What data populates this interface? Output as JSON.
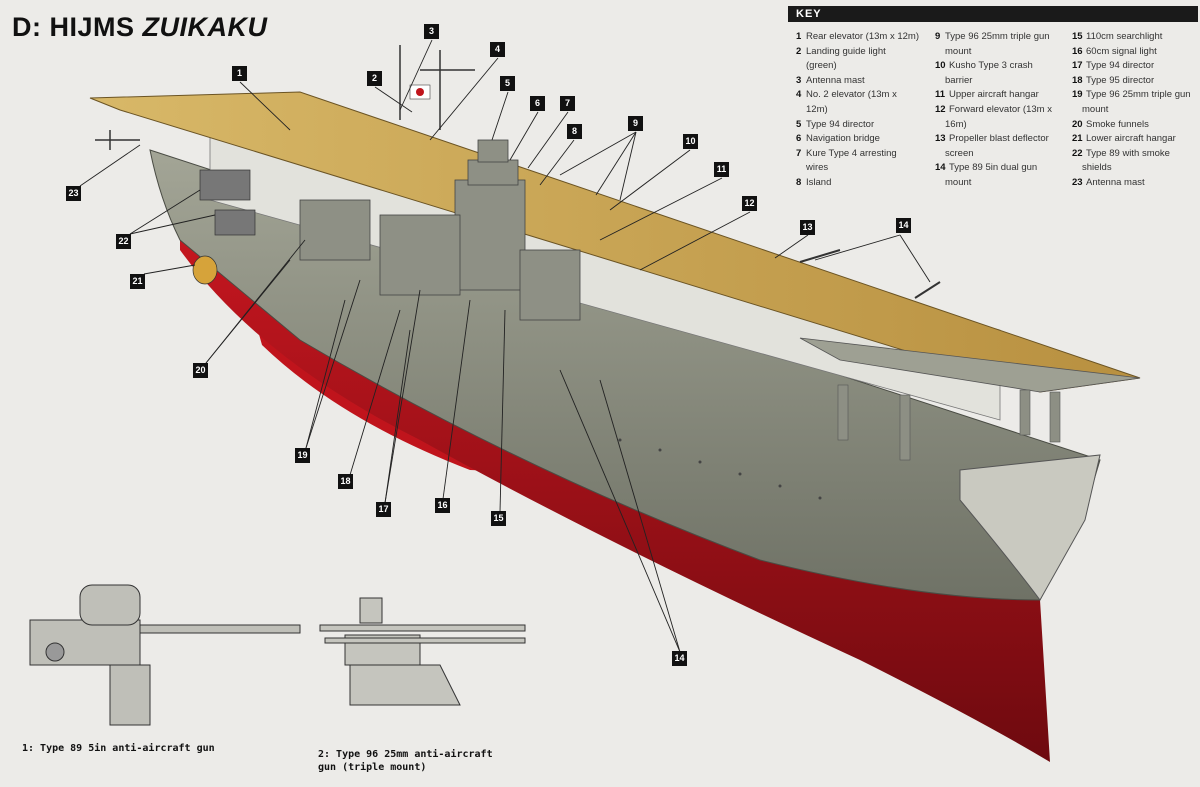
{
  "title_prefix": "D: HIJMS ",
  "title_ship": "ZUIKAKU",
  "key": {
    "heading": "KEY",
    "col1": [
      {
        "n": "1",
        "t": "Rear elevator (13m x 12m)"
      },
      {
        "n": "2",
        "t": "Landing guide light"
      },
      {
        "n": "",
        "t": "(green)"
      },
      {
        "n": "3",
        "t": "Antenna mast"
      },
      {
        "n": "4",
        "t": "No. 2 elevator (13m x"
      },
      {
        "n": "",
        "t": "12m)"
      },
      {
        "n": "5",
        "t": "Type 94 director"
      },
      {
        "n": "6",
        "t": "Navigation bridge"
      },
      {
        "n": "7",
        "t": "Kure Type 4 arresting"
      },
      {
        "n": "",
        "t": "wires"
      },
      {
        "n": "8",
        "t": "Island"
      }
    ],
    "col2": [
      {
        "n": "9",
        "t": "Type 96 25mm triple gun"
      },
      {
        "n": "",
        "t": "mount"
      },
      {
        "n": "10",
        "t": "Kusho Type 3 crash"
      },
      {
        "n": "",
        "t": "barrier"
      },
      {
        "n": "11",
        "t": "Upper aircraft hangar"
      },
      {
        "n": "12",
        "t": "Forward elevator (13m x"
      },
      {
        "n": "",
        "t": "16m)"
      },
      {
        "n": "13",
        "t": "Propeller blast deflector"
      },
      {
        "n": "",
        "t": "screen"
      },
      {
        "n": "14",
        "t": "Type 89 5in dual gun"
      },
      {
        "n": "",
        "t": "mount"
      }
    ],
    "col3": [
      {
        "n": "15",
        "t": "110cm searchlight"
      },
      {
        "n": "16",
        "t": "60cm signal light"
      },
      {
        "n": "17",
        "t": "Type 94 director"
      },
      {
        "n": "18",
        "t": "Type 95 director"
      },
      {
        "n": "19",
        "t": "Type 96 25mm triple gun"
      },
      {
        "n": "",
        "t": "mount"
      },
      {
        "n": "20",
        "t": "Smoke funnels"
      },
      {
        "n": "21",
        "t": "Lower aircraft hangar"
      },
      {
        "n": "22",
        "t": "Type 89 with smoke"
      },
      {
        "n": "",
        "t": "shields"
      },
      {
        "n": "23",
        "t": "Antenna mast"
      }
    ]
  },
  "callouts": [
    "1",
    "2",
    "3",
    "4",
    "5",
    "6",
    "7",
    "8",
    "9",
    "10",
    "11",
    "12",
    "13",
    "14",
    "23",
    "22",
    "21",
    "20",
    "19",
    "18",
    "17",
    "16",
    "15",
    "14"
  ],
  "captions": {
    "gun1": "1: Type 89 5in anti-aircraft gun",
    "gun2_line1": "2: Type 96 25mm anti-aircraft",
    "gun2_line2": "gun (triple mount)"
  },
  "colors": {
    "hull_grey": "#8a8d80",
    "hull_red": "#b3121b",
    "deck_wood": "#c9a552",
    "background": "#ecebe8"
  }
}
